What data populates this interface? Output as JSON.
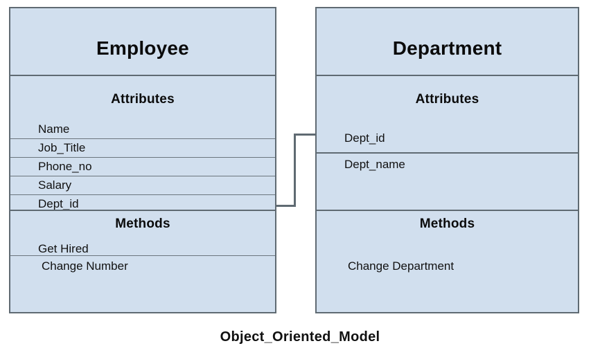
{
  "diagram": {
    "caption": "Object_Oriented_Model",
    "fill_color": "#d1dfee",
    "border_color": "#5f6a72",
    "text_color": "#111111",
    "background_color": "#ffffff"
  },
  "classes": [
    {
      "name": "Employee",
      "attributes_heading": "Attributes",
      "attributes": [
        "Name",
        "Job_Title",
        "Phone_no",
        "Salary",
        "Dept_id"
      ],
      "methods_heading": "Methods",
      "methods": [
        "Get Hired",
        "Change Number"
      ]
    },
    {
      "name": "Department",
      "attributes_heading": "Attributes",
      "attributes": [
        "Dept_id",
        "Dept_name"
      ],
      "methods_heading": "Methods",
      "methods": [
        "Change Department"
      ]
    }
  ],
  "relationship": {
    "from_class": "Employee",
    "from_attribute": "Dept_id",
    "to_class": "Department",
    "to_attribute": "Dept_id",
    "style": "bracket-connector"
  }
}
